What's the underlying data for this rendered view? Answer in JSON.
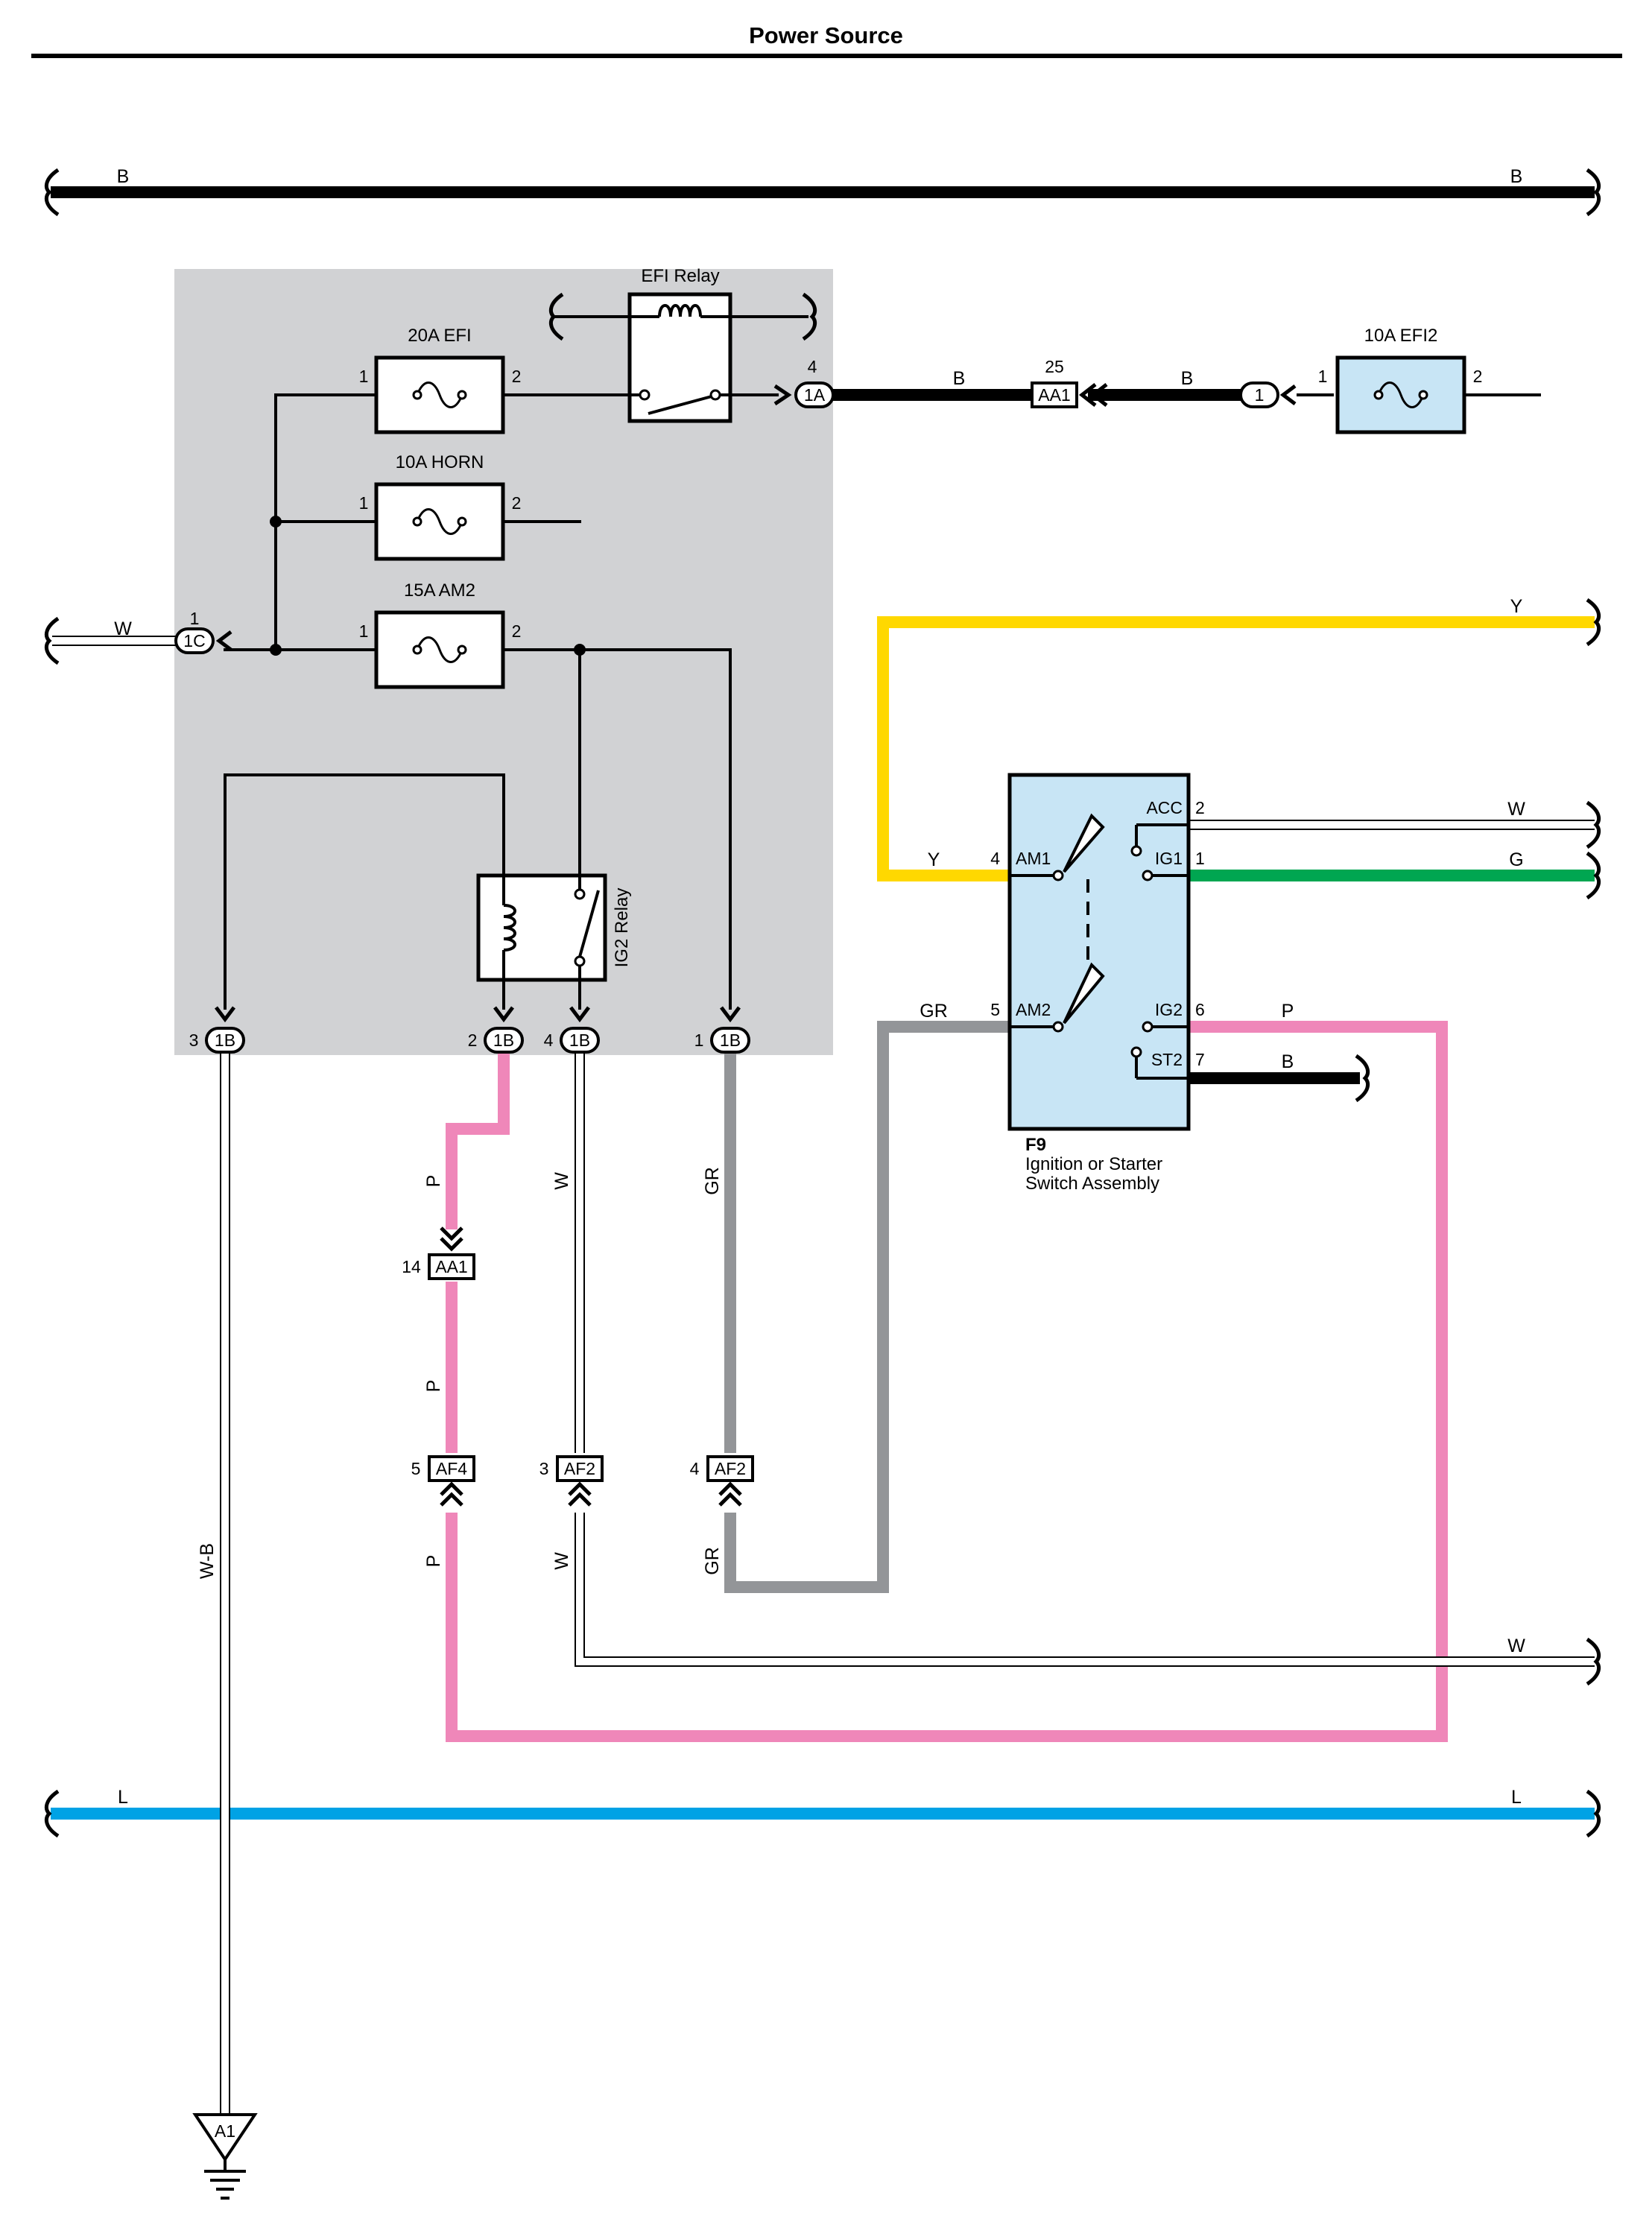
{
  "title": "Power Source",
  "wire_colors": {
    "B": "#000000",
    "W": "#ffffff",
    "Y": "#ffd800",
    "G": "#00a651",
    "P": "#ef87b9",
    "GR": "#939598",
    "L": "#00a2e5",
    "W-B": "#ffffff"
  },
  "colors": {
    "relay_block_bg": "#d1d2d4",
    "component_fill": "#c8e5f5"
  },
  "wire_labels": {
    "b_top_left": "B",
    "b_top_right": "B",
    "w_left": "W",
    "b_efi_1": "B",
    "b_efi_2": "B",
    "y_top": "Y",
    "y_am1": "Y",
    "w_acc": "W",
    "g_ig1": "G",
    "gr_am2": "GR",
    "p_ig2": "P",
    "b_st2": "B",
    "p_1": "P",
    "p_2": "P",
    "p_3": "P",
    "w_1": "W",
    "w_2": "W",
    "w_right_bottom": "W",
    "gr_1": "GR",
    "gr_2": "GR",
    "wb": "W-B",
    "l_left": "L",
    "l_right": "L"
  },
  "fuses": {
    "efi": {
      "name": "20A EFI",
      "pin1": "1",
      "pin2": "2"
    },
    "horn": {
      "name": "10A HORN",
      "pin1": "1",
      "pin2": "2"
    },
    "am2": {
      "name": "15A AM2",
      "pin1": "1",
      "pin2": "2"
    },
    "efi2": {
      "name": "10A EFI2",
      "pin1": "1",
      "pin2": "2"
    }
  },
  "relays": {
    "efi": "EFI Relay",
    "ig2": "IG2 Relay"
  },
  "connectors": {
    "c1a": {
      "id": "1A",
      "pin": "4"
    },
    "aa1_top": {
      "id": "AA1",
      "pin": "25"
    },
    "c1": {
      "id": "1"
    },
    "c1c": {
      "id": "1C",
      "pin": "1"
    },
    "b1b_3": {
      "id": "1B",
      "pin": "3"
    },
    "b1b_2": {
      "id": "1B",
      "pin": "2"
    },
    "b1b_4": {
      "id": "1B",
      "pin": "4"
    },
    "b1b_1": {
      "id": "1B",
      "pin": "1"
    },
    "aa1_14": {
      "id": "AA1",
      "pin": "14"
    },
    "af4_5": {
      "id": "AF4",
      "pin": "5"
    },
    "af2_3": {
      "id": "AF2",
      "pin": "3"
    },
    "af2_4": {
      "id": "AF2",
      "pin": "4"
    }
  },
  "ignition_switch": {
    "code": "F9",
    "name_line1": "Ignition or Starter",
    "name_line2": "Switch Assembly",
    "terminals": {
      "acc": {
        "label": "ACC",
        "pin": "2"
      },
      "ig1": {
        "label": "IG1",
        "pin": "1"
      },
      "am1": {
        "label": "AM1",
        "pin": "4"
      },
      "am2": {
        "label": "AM2",
        "pin": "5"
      },
      "ig2": {
        "label": "IG2",
        "pin": "6"
      },
      "st2": {
        "label": "ST2",
        "pin": "7"
      }
    }
  },
  "ground": {
    "id": "A1"
  }
}
